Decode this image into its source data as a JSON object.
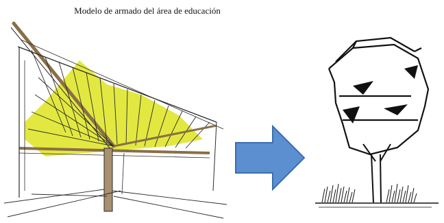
{
  "caption": "Modelo de armado del área de educación",
  "colors": {
    "ink": "#2a2a2a",
    "wood": "#8a6f46",
    "column": "#a89070",
    "highlight": "#d8e000",
    "arrow_fill": "#5b8fd0",
    "arrow_stroke": "#3b6db0"
  },
  "figures": {
    "left": "canopy-structure-sketch",
    "arrow": "right-arrow",
    "right": "tree-sketch"
  }
}
